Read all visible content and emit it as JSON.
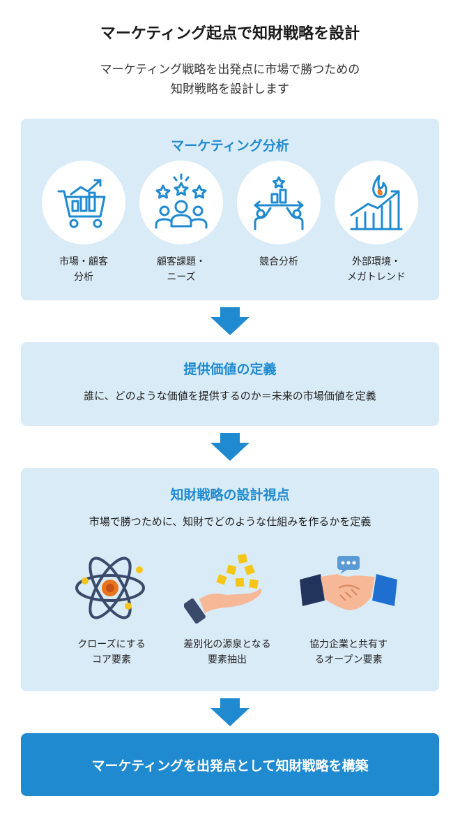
{
  "title": "マーケティング起点で知財戦略を設計",
  "subtitle": [
    "マーケティング戦略を出発点に市場で勝つための",
    "知財戦略を設計します"
  ],
  "analysis": {
    "title": "マーケティング分析",
    "items": [
      {
        "icon": "shopping-cart-chart-icon",
        "label": [
          "市場・顧客",
          "分析"
        ]
      },
      {
        "icon": "customer-stars-icon",
        "label": [
          "顧客課題・",
          "ニーズ"
        ]
      },
      {
        "icon": "competitor-podium-icon",
        "label": [
          "競合分析"
        ]
      },
      {
        "icon": "trend-growth-icon",
        "label": [
          "外部環境・",
          "メガトレンド"
        ]
      }
    ]
  },
  "value": {
    "title": "提供価値の定義",
    "text": "誰に、どのような価値を提供するのか＝未来の市場価値を定義"
  },
  "ip": {
    "title": "知財戦略の設計視点",
    "text": "市場で勝つために、知財でどのような仕組みを作るかを定義",
    "items": [
      {
        "icon": "atom-core-icon",
        "label": [
          "クローズにする",
          "コア要素"
        ]
      },
      {
        "icon": "hand-cubes-icon",
        "label": [
          "差別化の源泉となる",
          "要素抽出"
        ]
      },
      {
        "icon": "handshake-icon",
        "label": [
          "協力企業と共有す",
          "るオープン要素"
        ]
      }
    ]
  },
  "final": "マーケティングを出発点として知財戦略を構築",
  "colors": {
    "accent": "#1f8ad0",
    "panel": "#d9ebf6",
    "yellow": "#f5c518",
    "orange": "#e8741e",
    "navy": "#3a4a6b"
  }
}
